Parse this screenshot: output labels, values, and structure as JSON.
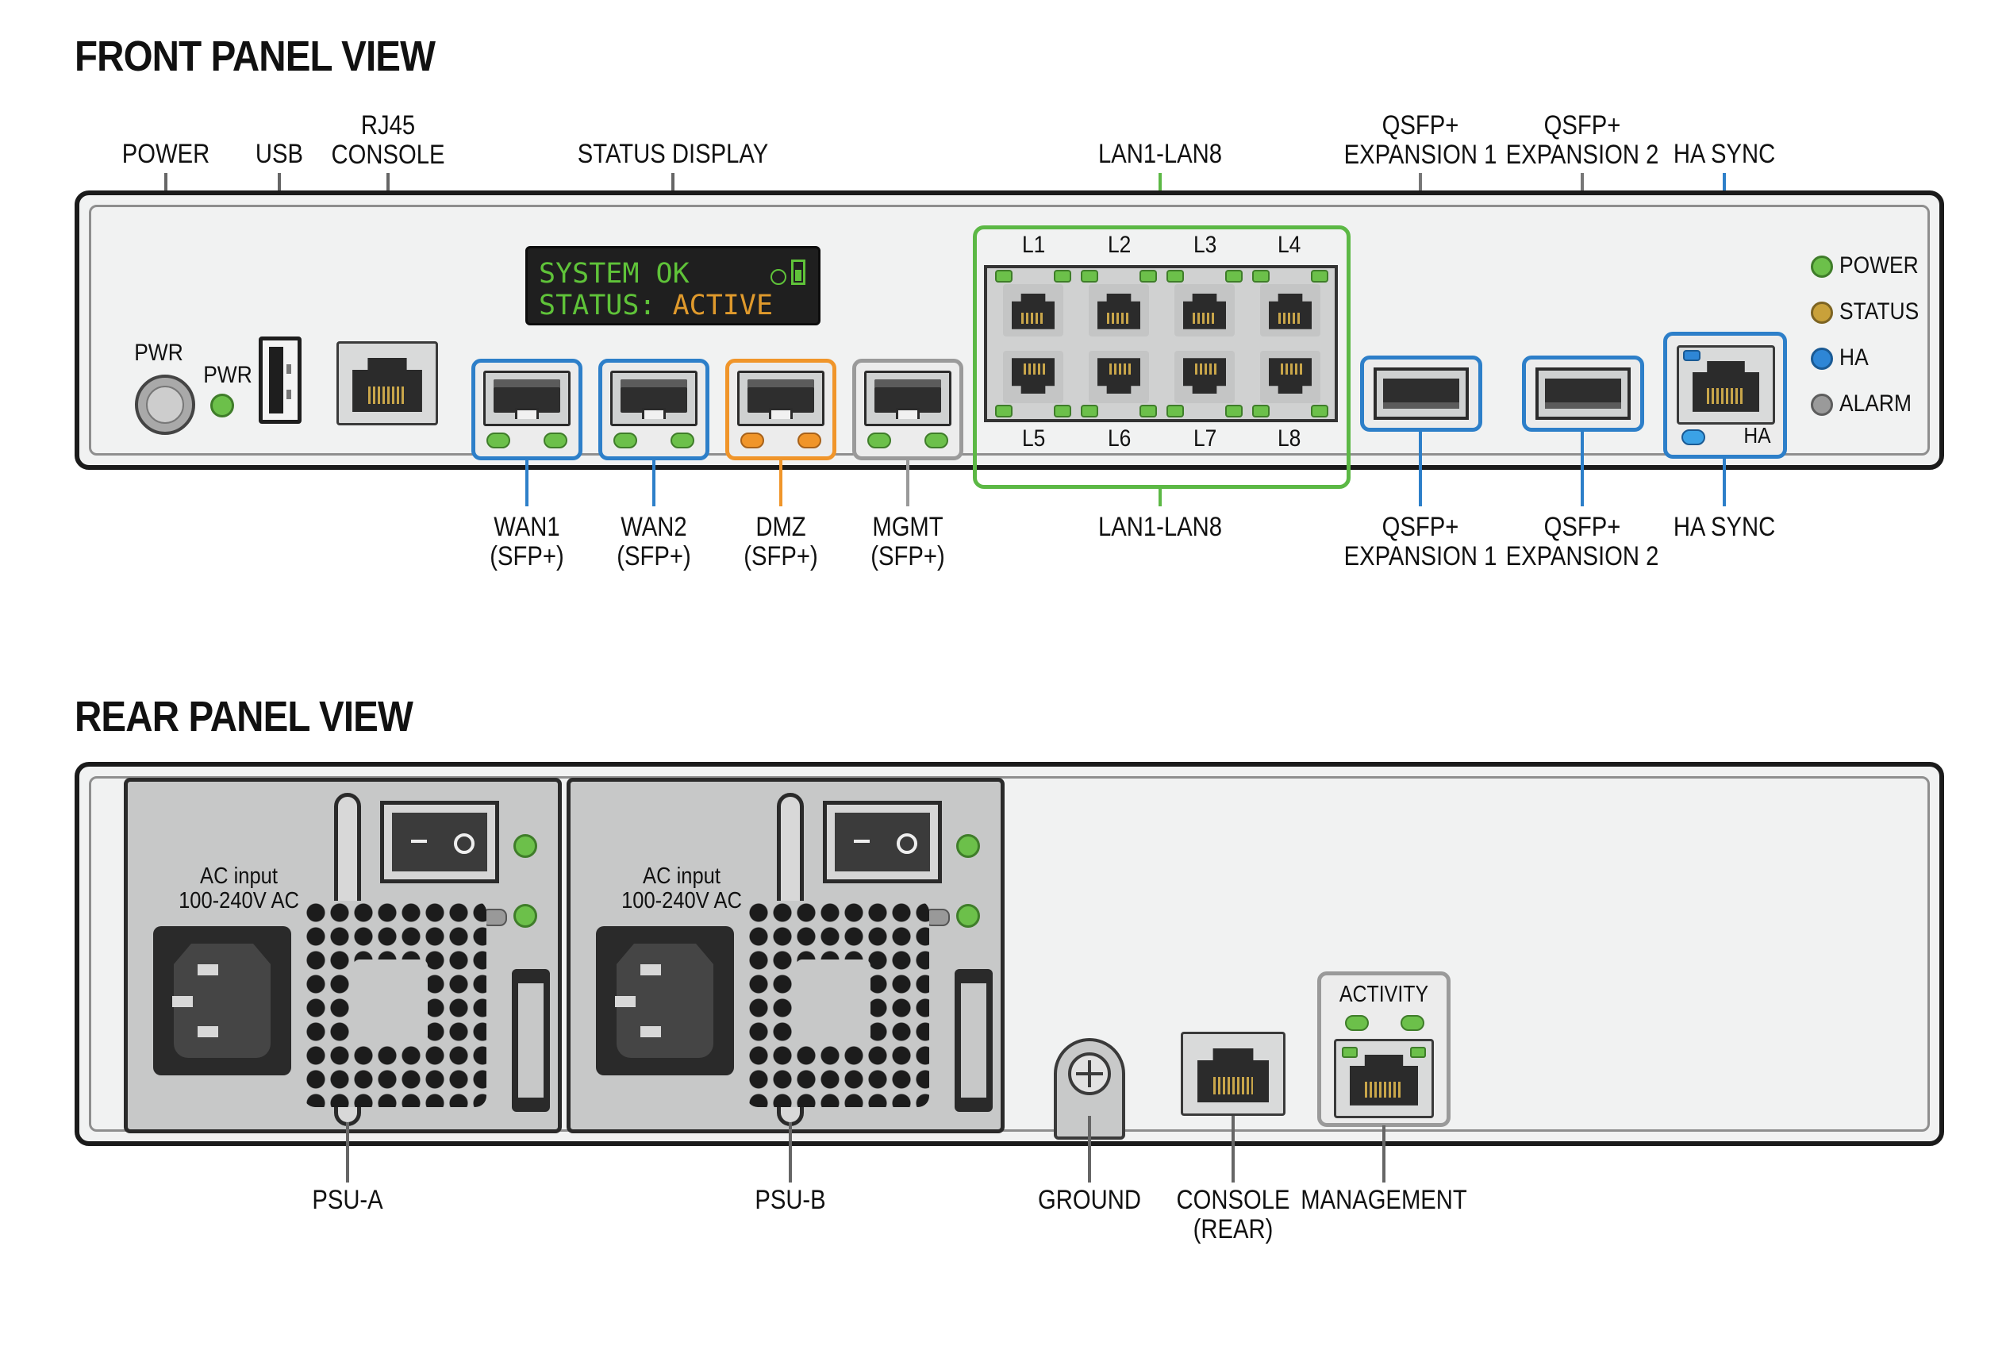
{
  "front": {
    "title": "FRONT PANEL VIEW",
    "top_labels": {
      "power": "POWER",
      "usb": "USB",
      "rj45_console_1": "RJ45",
      "rj45_console_2": "CONSOLE",
      "status_display": "STATUS DISPLAY",
      "lan_group": "LAN1-LAN8",
      "qsfp1_1": "QSFP+",
      "qsfp1_2": "EXPANSION 1",
      "qsfp2_1": "QSFP+",
      "qsfp2_2": "EXPANSION 2",
      "ha_sync": "HA SYNC"
    },
    "bottom_labels": {
      "wan1_1": "WAN1",
      "wan1_2": "(SFP+)",
      "wan2_1": "WAN2",
      "wan2_2": "(SFP+)",
      "dmz_1": "DMZ",
      "dmz_2": "(SFP+)",
      "mgmt_1": "MGMT",
      "mgmt_2": "(SFP+)",
      "lan_group": "LAN1-LAN8",
      "qsfp1_1": "QSFP+",
      "qsfp1_2": "EXPANSION 1",
      "qsfp2_1": "QSFP+",
      "qsfp2_2": "EXPANSION 2",
      "ha_sync": "HA SYNC"
    },
    "power_button_label": "PWR",
    "power_led_label": "PWR",
    "lcd": {
      "line1": "SYSTEM OK",
      "line2_label": "STATUS:",
      "line2_value": "ACTIVE"
    },
    "lan_ports_top": [
      "L1",
      "L2",
      "L3",
      "L4"
    ],
    "lan_ports_bottom": [
      "L5",
      "L6",
      "L7",
      "L8"
    ],
    "ha_port_label": "HA",
    "status_leds": [
      {
        "label": "POWER",
        "color": "#6cc04a"
      },
      {
        "label": "STATUS",
        "color": "#c9a13a"
      },
      {
        "label": "HA",
        "color": "#2e86d6"
      },
      {
        "label": "ALARM",
        "color": "#9a9a9a"
      }
    ],
    "colors": {
      "wan": "#2d7fc9",
      "dmz": "#f0952a",
      "mgmt": "#9a9a9a",
      "lan": "#5cb845",
      "qsfp": "#2d7fc9",
      "ha": "#2d7fc9",
      "led_green": "#6cc04a"
    }
  },
  "rear": {
    "title": "REAR PANEL VIEW",
    "psu_a": {
      "ac_line1": "AC input",
      "ac_line2": "100-240V AC",
      "label": "PSU-A"
    },
    "psu_b": {
      "ac_line1": "AC input",
      "ac_line2": "100-240V AC",
      "label": "PSU-B"
    },
    "ground_label": "GROUND",
    "console_label_1": "CONSOLE",
    "console_label_2": "(REAR)",
    "management_label": "MANAGEMENT",
    "activity_label": "ACTIVITY"
  }
}
